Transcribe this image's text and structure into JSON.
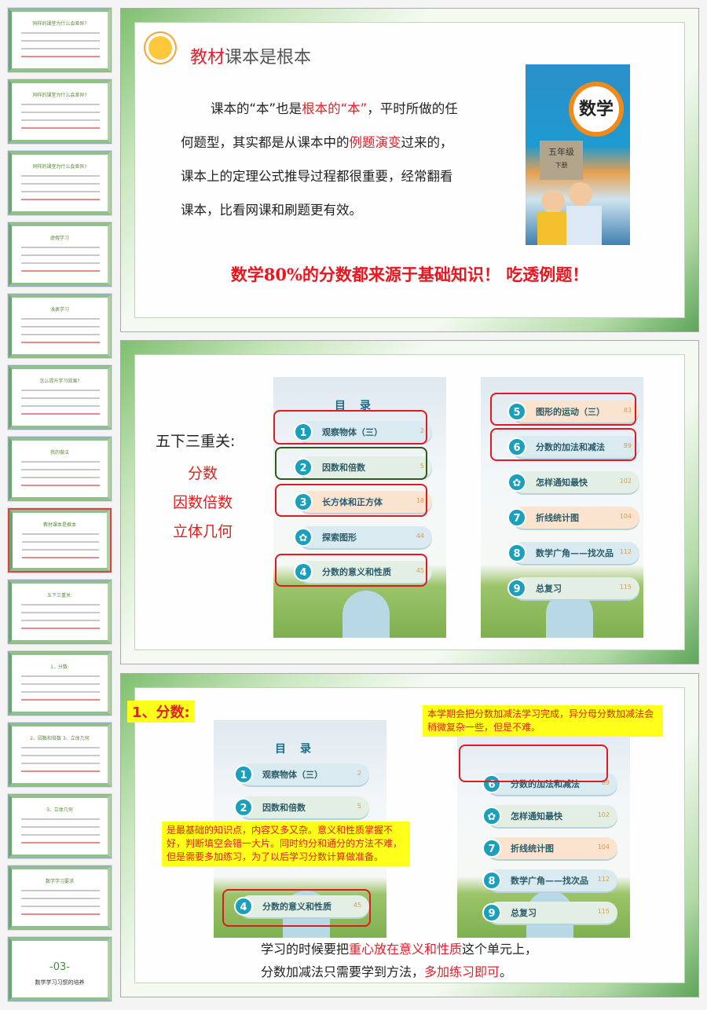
{
  "thumbnails": [
    {
      "title": "同样的课堂为什么会差异?"
    },
    {
      "title": "同样的课堂为什么会差异?"
    },
    {
      "title": "同样的课堂为什么会差异?"
    },
    {
      "title": "虚假学习"
    },
    {
      "title": "浅表学习"
    },
    {
      "title": "怎么提升学习效果?"
    },
    {
      "title": "我的做法"
    },
    {
      "title": "教材课本是根本",
      "selected": true
    },
    {
      "title": "五下三重关:"
    },
    {
      "title": "1、分数:"
    },
    {
      "title": "2、因数和倍数  3、立体几何"
    },
    {
      "title": "3、立体几何"
    },
    {
      "title": "数学学习要求"
    },
    {
      "title": "-03-",
      "subtitle": "数学学习习惯的培养"
    }
  ],
  "slide1": {
    "title_red": "教材",
    "title_rest": "课本是根本",
    "p1a": "课本的“本”也是",
    "p1b": "根本的“本”",
    "p1c": "，平时所做的任",
    "p2a": "何题型，其实都是从课本中的",
    "p2b": "例题演变",
    "p2c": "过来的，",
    "p3": "课本上的定理公式推导过程都很重要，经常翻看",
    "p4": "课本，比看网课和刷题更有效。",
    "book": {
      "subject": "数学",
      "grade": "五年级",
      "volume": "下册"
    },
    "slogan": "数学80%的分数都来源于基础知识！  吃透例题！"
  },
  "toc_heading": "目录",
  "toc_left": [
    {
      "num": "1",
      "label": "观察物体（三）",
      "page": "2",
      "color": "blue"
    },
    {
      "num": "2",
      "label": "因数和倍数",
      "page": "5",
      "color": "green"
    },
    {
      "num": "3",
      "label": "长方体和正方体",
      "page": "18",
      "color": "peach"
    },
    {
      "num": "✿",
      "label": "探索图形",
      "page": "44",
      "color": "blue"
    },
    {
      "num": "4",
      "label": "分数的意义和性质",
      "page": "45",
      "color": "green"
    }
  ],
  "toc_right": [
    {
      "num": "5",
      "label": "图形的运动（三）",
      "page": "83",
      "color": "peach"
    },
    {
      "num": "6",
      "label": "分数的加法和减法",
      "page": "89",
      "color": "blue"
    },
    {
      "num": "✿",
      "label": "怎样通知最快",
      "page": "102",
      "color": "green"
    },
    {
      "num": "7",
      "label": "折线统计图",
      "page": "104",
      "color": "peach"
    },
    {
      "num": "8",
      "label": "数学广角——找次品",
      "page": "112",
      "color": "blue"
    },
    {
      "num": "9",
      "label": "总复习",
      "page": "115",
      "color": "green"
    }
  ],
  "slide2": {
    "heading": "五下三重关:",
    "items": [
      "分数",
      "因数倍数",
      "立体几何"
    ]
  },
  "slide3": {
    "label": "1、分数:",
    "note_right": "本学期会把分数加减法学习完成，异分母分数加减法会稍微复杂一些，但是不难。",
    "note_left": "是最基础的知识点，内容又多又杂。意义和性质掌握不好，判断填空会错一大片。同时约分和通分的方法不难，但是需要多加练习，为了以后学习分数计算做准备。",
    "l1a": "学习的时候要把",
    "l1b": "重心放在意义和性质",
    "l1c": "这个单元上，",
    "l2a": "分数加减法只需要学到方法，",
    "l2b": "多加练习即可",
    "l2c": "。"
  }
}
